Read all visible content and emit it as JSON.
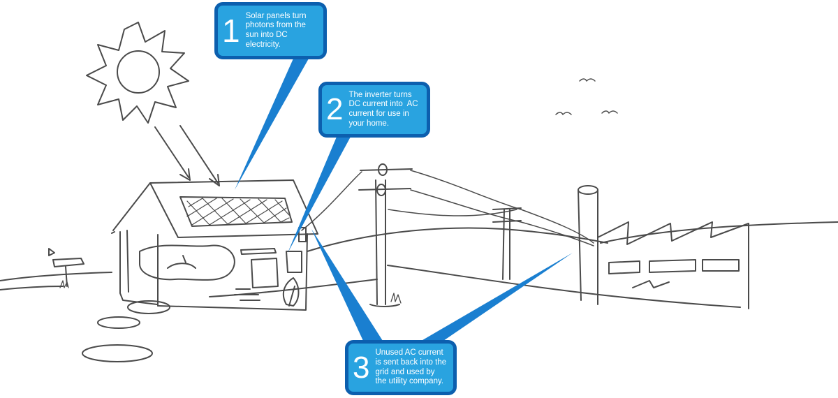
{
  "colors": {
    "callout_fill": "#29a3e0",
    "callout_border": "#0c5fae",
    "pointer": "#1a7fd0",
    "sketch": "#4a4a4a"
  },
  "callouts": [
    {
      "number": "1",
      "lines": [
        "Solar panels turn",
        "photons from the",
        "sun into DC electricity."
      ]
    },
    {
      "number": "2",
      "lines": [
        "The inverter turns",
        "DC current into  AC",
        "current for use in",
        "your home."
      ]
    },
    {
      "number": "3",
      "lines": [
        "Unused AC current",
        "is sent back into the",
        "grid and used by",
        "the utility company."
      ]
    }
  ]
}
